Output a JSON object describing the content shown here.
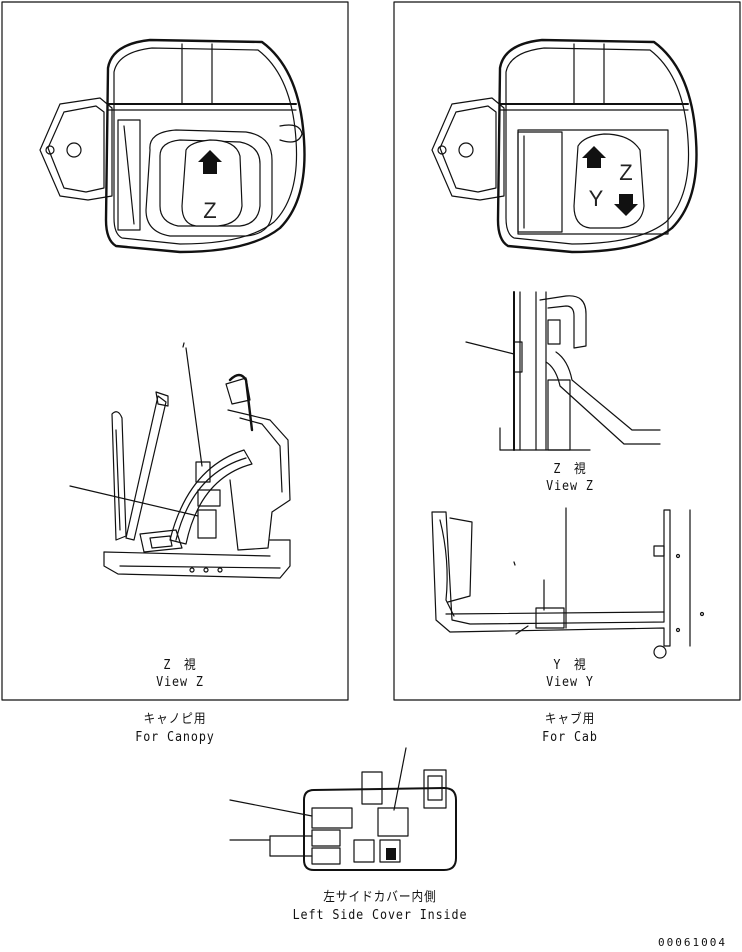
{
  "canopy_panel": {
    "top_view_letter": "Z",
    "view_z_jp": "Z　視",
    "view_z_en": "View Z",
    "caption_jp": "キャノピ用",
    "caption_en": "For Canopy"
  },
  "cab_panel": {
    "top_view_letter_z": "Z",
    "top_view_letter_y": "Y",
    "view_z_jp": "Z　視",
    "view_z_en": "View Z",
    "view_y_jp": "Y　視",
    "view_y_en": "View Y",
    "caption_jp": "キャブ用",
    "caption_en": "For Cab"
  },
  "side_cover": {
    "caption_jp": "左サイドカバー内側",
    "caption_en": "Left Side Cover Inside"
  },
  "drawing_number": "00061004",
  "colors": {
    "line": "#111111",
    "paper": "#ffffff",
    "arrow": "#111111"
  }
}
